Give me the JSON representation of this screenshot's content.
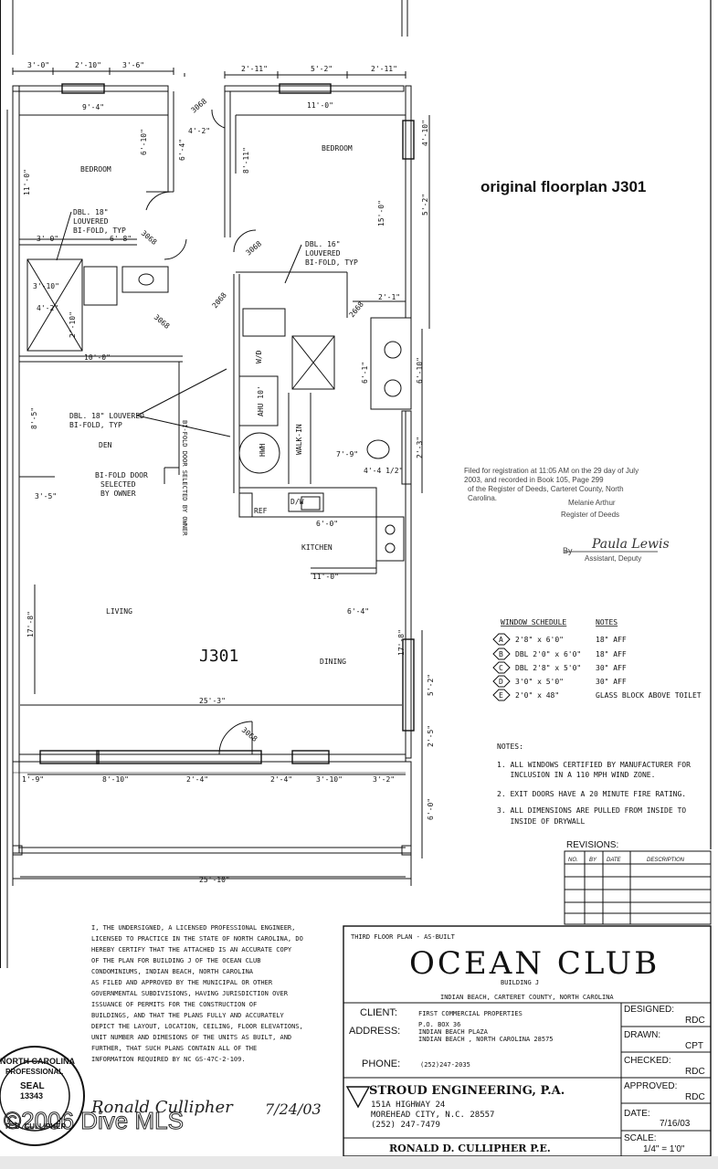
{
  "annotation": {
    "title": "original floorplan J301"
  },
  "recording": {
    "line1": "Filed for registration at 11:05 AM on the 29 day of July",
    "line2": "2003, and recorded in Book 105, Page 299",
    "line3": "of the Register of Deeds, Carteret County, North",
    "line4": "Carolina.",
    "register_name": "Melanie Arthur",
    "register_title": "Register of Deeds",
    "by": "By",
    "signature": "Paula Lewis",
    "deputy": "Assistant, Deputy"
  },
  "rooms": {
    "bedroom1": "BEDROOM",
    "bedroom2": "BEDROOM",
    "den": "DEN",
    "kitchen": "KITCHEN",
    "living": "LIVING",
    "dining": "DINING",
    "unit": "J301",
    "walkin": "WALK-IN",
    "hwh": "HWH",
    "ref": "REF",
    "dw": "D/W",
    "ahu": "AHU 10'",
    "wd": "W/D"
  },
  "notes_on_plan": {
    "louvered1": [
      "DBL. 18\"",
      "LOUVERED",
      "BI-FOLD, TYP"
    ],
    "louvered2": [
      "DBL. 16\"",
      "LOUVERED",
      "BI-FOLD, TYP"
    ],
    "louvered3": [
      "DBL. 18\" LOUVERED",
      "BI-FOLD, TYP"
    ],
    "bifold_owner": [
      "BI-FOLD DOOR",
      "SELECTED",
      "BY OWNER"
    ],
    "bifold_vertical": "BI-FOLD DOOR SELECTED BY OWNER"
  },
  "dimensions": {
    "top_left": [
      "3'-0\"",
      "2'-10\"",
      "3'-6\""
    ],
    "top_right": [
      "2'-11\"",
      "5'-2\"",
      "2'-11\""
    ],
    "bedroom1_width": "9'-4\"",
    "bedroom2_width": "11'-0\"",
    "hall_42": "4'-2\"",
    "d_610": "6'-10\"",
    "d_64": "6'-4\"",
    "d_811": "8'-11\"",
    "d_410": "4'-10\"",
    "d_150": "15'-0\"",
    "d_52": "5'-2\"",
    "d_110": "11'-0\"",
    "d_68": "6'-8\"",
    "d_30": "3'-0\"",
    "d_310": "3'-10\"",
    "d_42": "4'-2\"",
    "d_210": "2'-10\"",
    "d_100": "10'-0\"",
    "d_85": "8'-5\"",
    "d_35": "3'-5\"",
    "d_178": "17'-8\"",
    "d_253": "25'-3\"",
    "d_2510": "25'-10\"",
    "d_60": "6'-0\"",
    "d_1100k": "11'-0\"",
    "d_64k": "6'-4\"",
    "d_178r": "17'-8\"",
    "d_52r": "5'-2\"",
    "d_25r": "2'-5\"",
    "d_60r": "6'-0\"",
    "d_79": "7'-9\"",
    "d_442": "4'-4 1/2\"",
    "d_61": "6'-1\"",
    "d_610r": "6'-10\"",
    "d_21": "2'-1\"",
    "d_23": "2'-3\"",
    "bottom": [
      "1'-9\"",
      "8'-10\"",
      "2'-4\"",
      "2'-4\"",
      "3'-10\"",
      "3'-2\""
    ],
    "door_3068": "3068",
    "door_2068": "2068",
    "door_2668": "2668"
  },
  "window_schedule": {
    "header_window": "WINDOW SCHEDULE",
    "header_notes": "NOTES",
    "rows": [
      {
        "tag": "A",
        "size": "2'8\" x 6'0\"",
        "note": "18\" AFF"
      },
      {
        "tag": "B",
        "size": "DBL 2'0\" x 6'0\"",
        "note": "18\" AFF"
      },
      {
        "tag": "C",
        "size": "DBL 2'8\" x 5'0\"",
        "note": "30\" AFF"
      },
      {
        "tag": "D",
        "size": "3'0\" x 5'0\"",
        "note": "30\" AFF"
      },
      {
        "tag": "E",
        "size": "2'0\" x 48\"",
        "note": "GLASS BLOCK ABOVE TOILET"
      }
    ]
  },
  "notes": {
    "header": "NOTES:",
    "items": [
      "1. ALL WINDOWS CERTIFIED BY MANUFACTURER FOR",
      "   INCLUSION IN A 110 MPH WIND ZONE.",
      "2. EXIT DOORS HAVE A 20 MINUTE FIRE RATING.",
      "3. ALL DIMENSIONS ARE PULLED FROM INSIDE TO",
      "   INSIDE OF DRYWALL"
    ]
  },
  "revisions": {
    "title": "REVISIONS:",
    "cols": [
      "NO.",
      "BY",
      "DATE",
      "DESCRIPTION"
    ]
  },
  "certification": [
    "I, THE UNDERSIGNED, A LICENSED PROFESSIONAL ENGINEER,",
    "LICENSED TO PRACTICE IN THE STATE OF NORTH CAROLINA, DO",
    "HEREBY CERTIFY THAT THE ATTACHED IS AN ACCURATE COPY",
    "OF THE PLAN FOR BUILDING J OF THE OCEAN CLUB",
    "CONDOMINIUMS, INDIAN BEACH, NORTH CAROLINA",
    "AS FILED AND APPROVED BY THE MUNICIPAL OR OTHER",
    "GOVERNMENTAL SUBDIVISIONS, HAVING JURISDICTION OVER",
    "ISSUANCE OF PERMITS FOR THE CONSTRUCTION OF",
    "BUILDINGS, AND THAT THE PLANS FULLY AND ACCURATELY",
    "DEPICT THE LAYOUT, LOCATION, CEILING, FLOOR ELEVATIONS,",
    "UNIT NUMBER AND DIMESIONS OF THE UNITS AS BUILT, AND",
    "FURTHER, THAT SUCH PLANS CONTAIN ALL OF THE",
    "INFORMATION REQUIRED BY NC GS-47C-2-109."
  ],
  "seal": {
    "top": "NORTH CAROLINA",
    "sub": "PROFESSIONAL",
    "word": "SEAL",
    "number": "13343",
    "bottom": "R. D. CULLIPHER"
  },
  "signature": {
    "name": "Ronald Cullipher",
    "date": "7/24/03",
    "watermark": "©2006 Dive MLS"
  },
  "title_block": {
    "plan_title": "THIRD FLOOR PLAN - AS-BUILT",
    "project": "OCEAN CLUB",
    "building": "BUILDING J",
    "location": "INDIAN BEACH, CARTERET COUNTY, NORTH CAROLINA",
    "client_label": "CLIENT:",
    "client": "FIRST COMMERCIAL PROPERTIES",
    "address_label": "ADDRESS:",
    "address": [
      "P.O. BOX 36",
      "INDIAN BEACH PLAZA",
      "INDIAN BEACH , NORTH CAROLINA 28575"
    ],
    "phone_label": "PHONE:",
    "phone": "(252)247-2035",
    "firm": "STROUD ENGINEERING, P.A.",
    "firm_address": [
      "151A HIGHWAY 24",
      "MOREHEAD CITY, N.C. 28557",
      "(252) 247-7479"
    ],
    "engineer": "RONALD D. CULLIPHER P.E.",
    "designed_label": "DESIGNED:",
    "designed": "RDC",
    "drawn_label": "DRAWN:",
    "drawn": "CPT",
    "checked_label": "CHECKED:",
    "checked": "RDC",
    "approved_label": "APPROVED:",
    "approved": "RDC",
    "date_label": "DATE:",
    "date": "7/16/03",
    "scale_label": "SCALE:",
    "scale": "1/4\" = 1'0\""
  },
  "colors": {
    "ink": "#111111",
    "paper": "#ffffff",
    "stamp": "#555555"
  }
}
